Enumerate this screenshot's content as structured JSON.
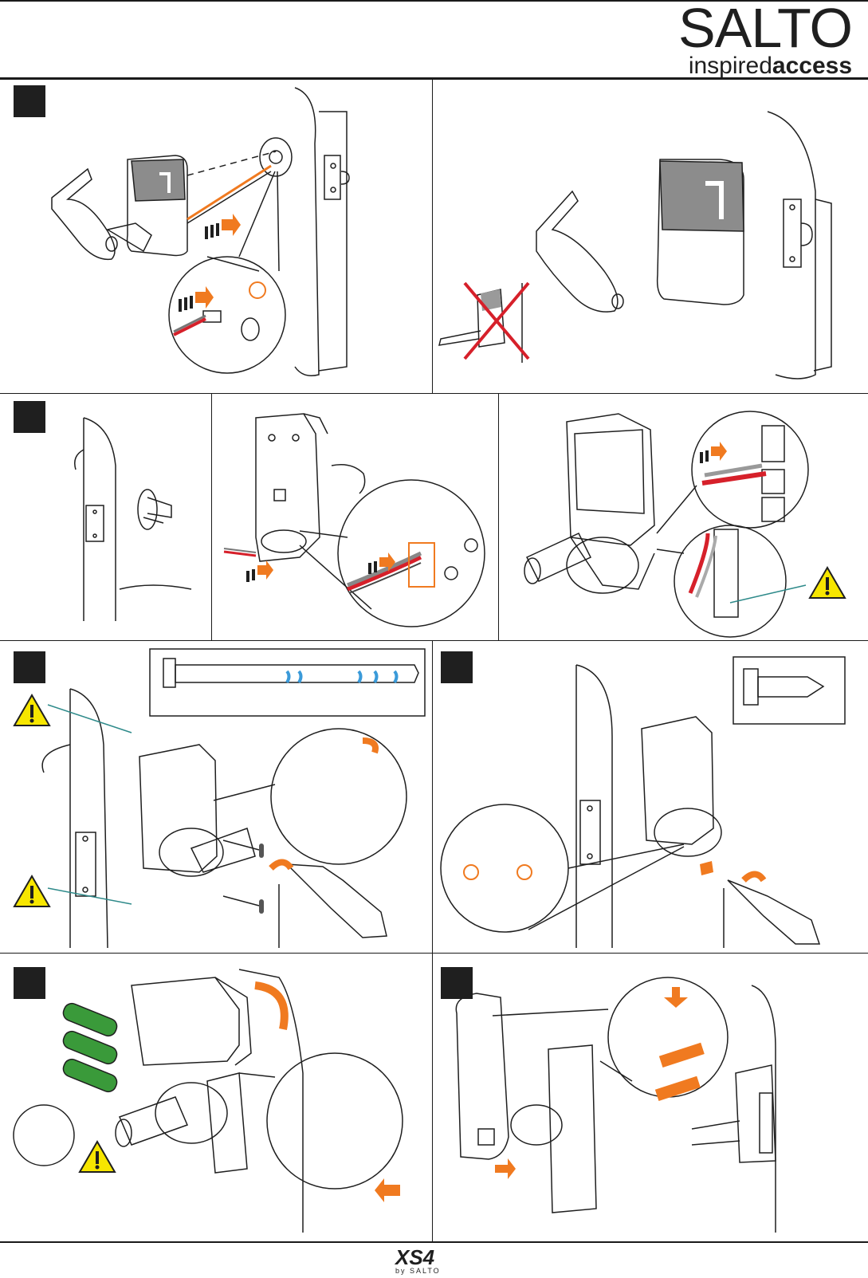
{
  "brand": {
    "logo_main": "SALTO",
    "logo_sub_light": "inspired",
    "logo_sub_bold": "access",
    "footer_logo": "XS4",
    "footer_by": "by SALTO"
  },
  "colors": {
    "accent": "#f07a20",
    "warning_yellow": "#f7e600",
    "battery_green": "#3a9a3a",
    "wire_red": "#d6202a",
    "teal_line": "#2e8a8a",
    "ink": "#1f1f1f"
  },
  "icons": [
    "warning-icon",
    "arrow-icon",
    "no-icon",
    "screwdriver-icon",
    "battery-icon"
  ]
}
